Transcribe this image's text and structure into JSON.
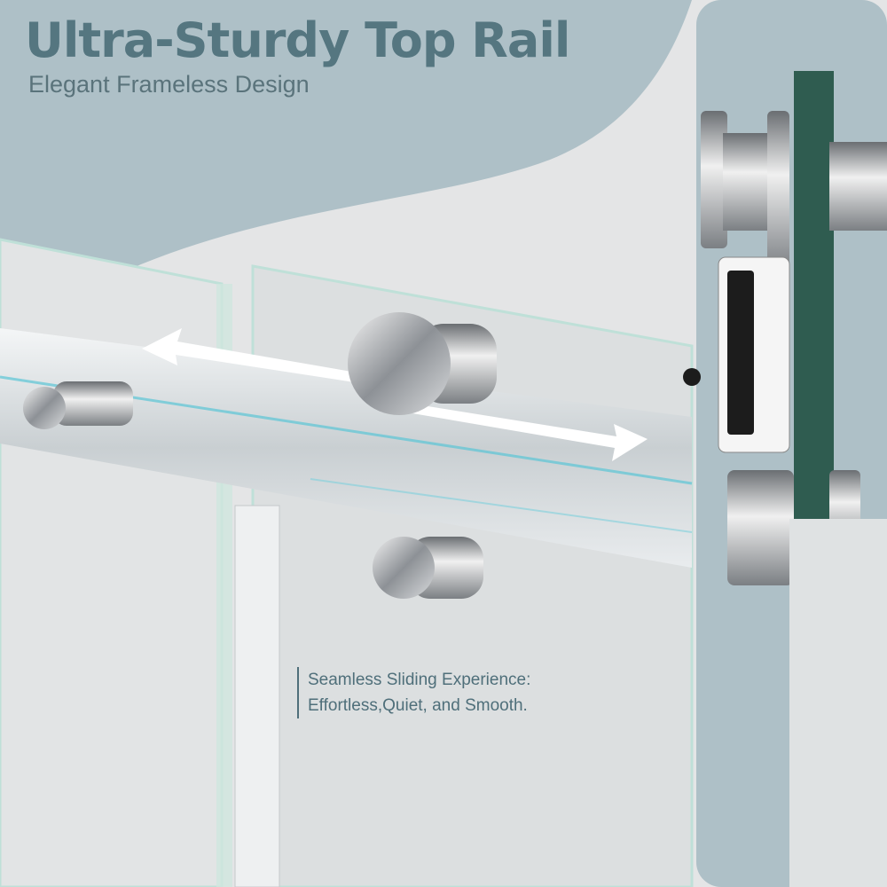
{
  "title": "Ultra-Sturdy Top Rail",
  "subtitle": "Elegant Frameless Design",
  "caption": {
    "line1": "Seamless Sliding Experience:",
    "line2": "Effortless,Quiet, and Smooth."
  },
  "colors": {
    "accent": "#557680",
    "panel": "#aec0c7",
    "glass_edge": "#3d6b5c"
  }
}
